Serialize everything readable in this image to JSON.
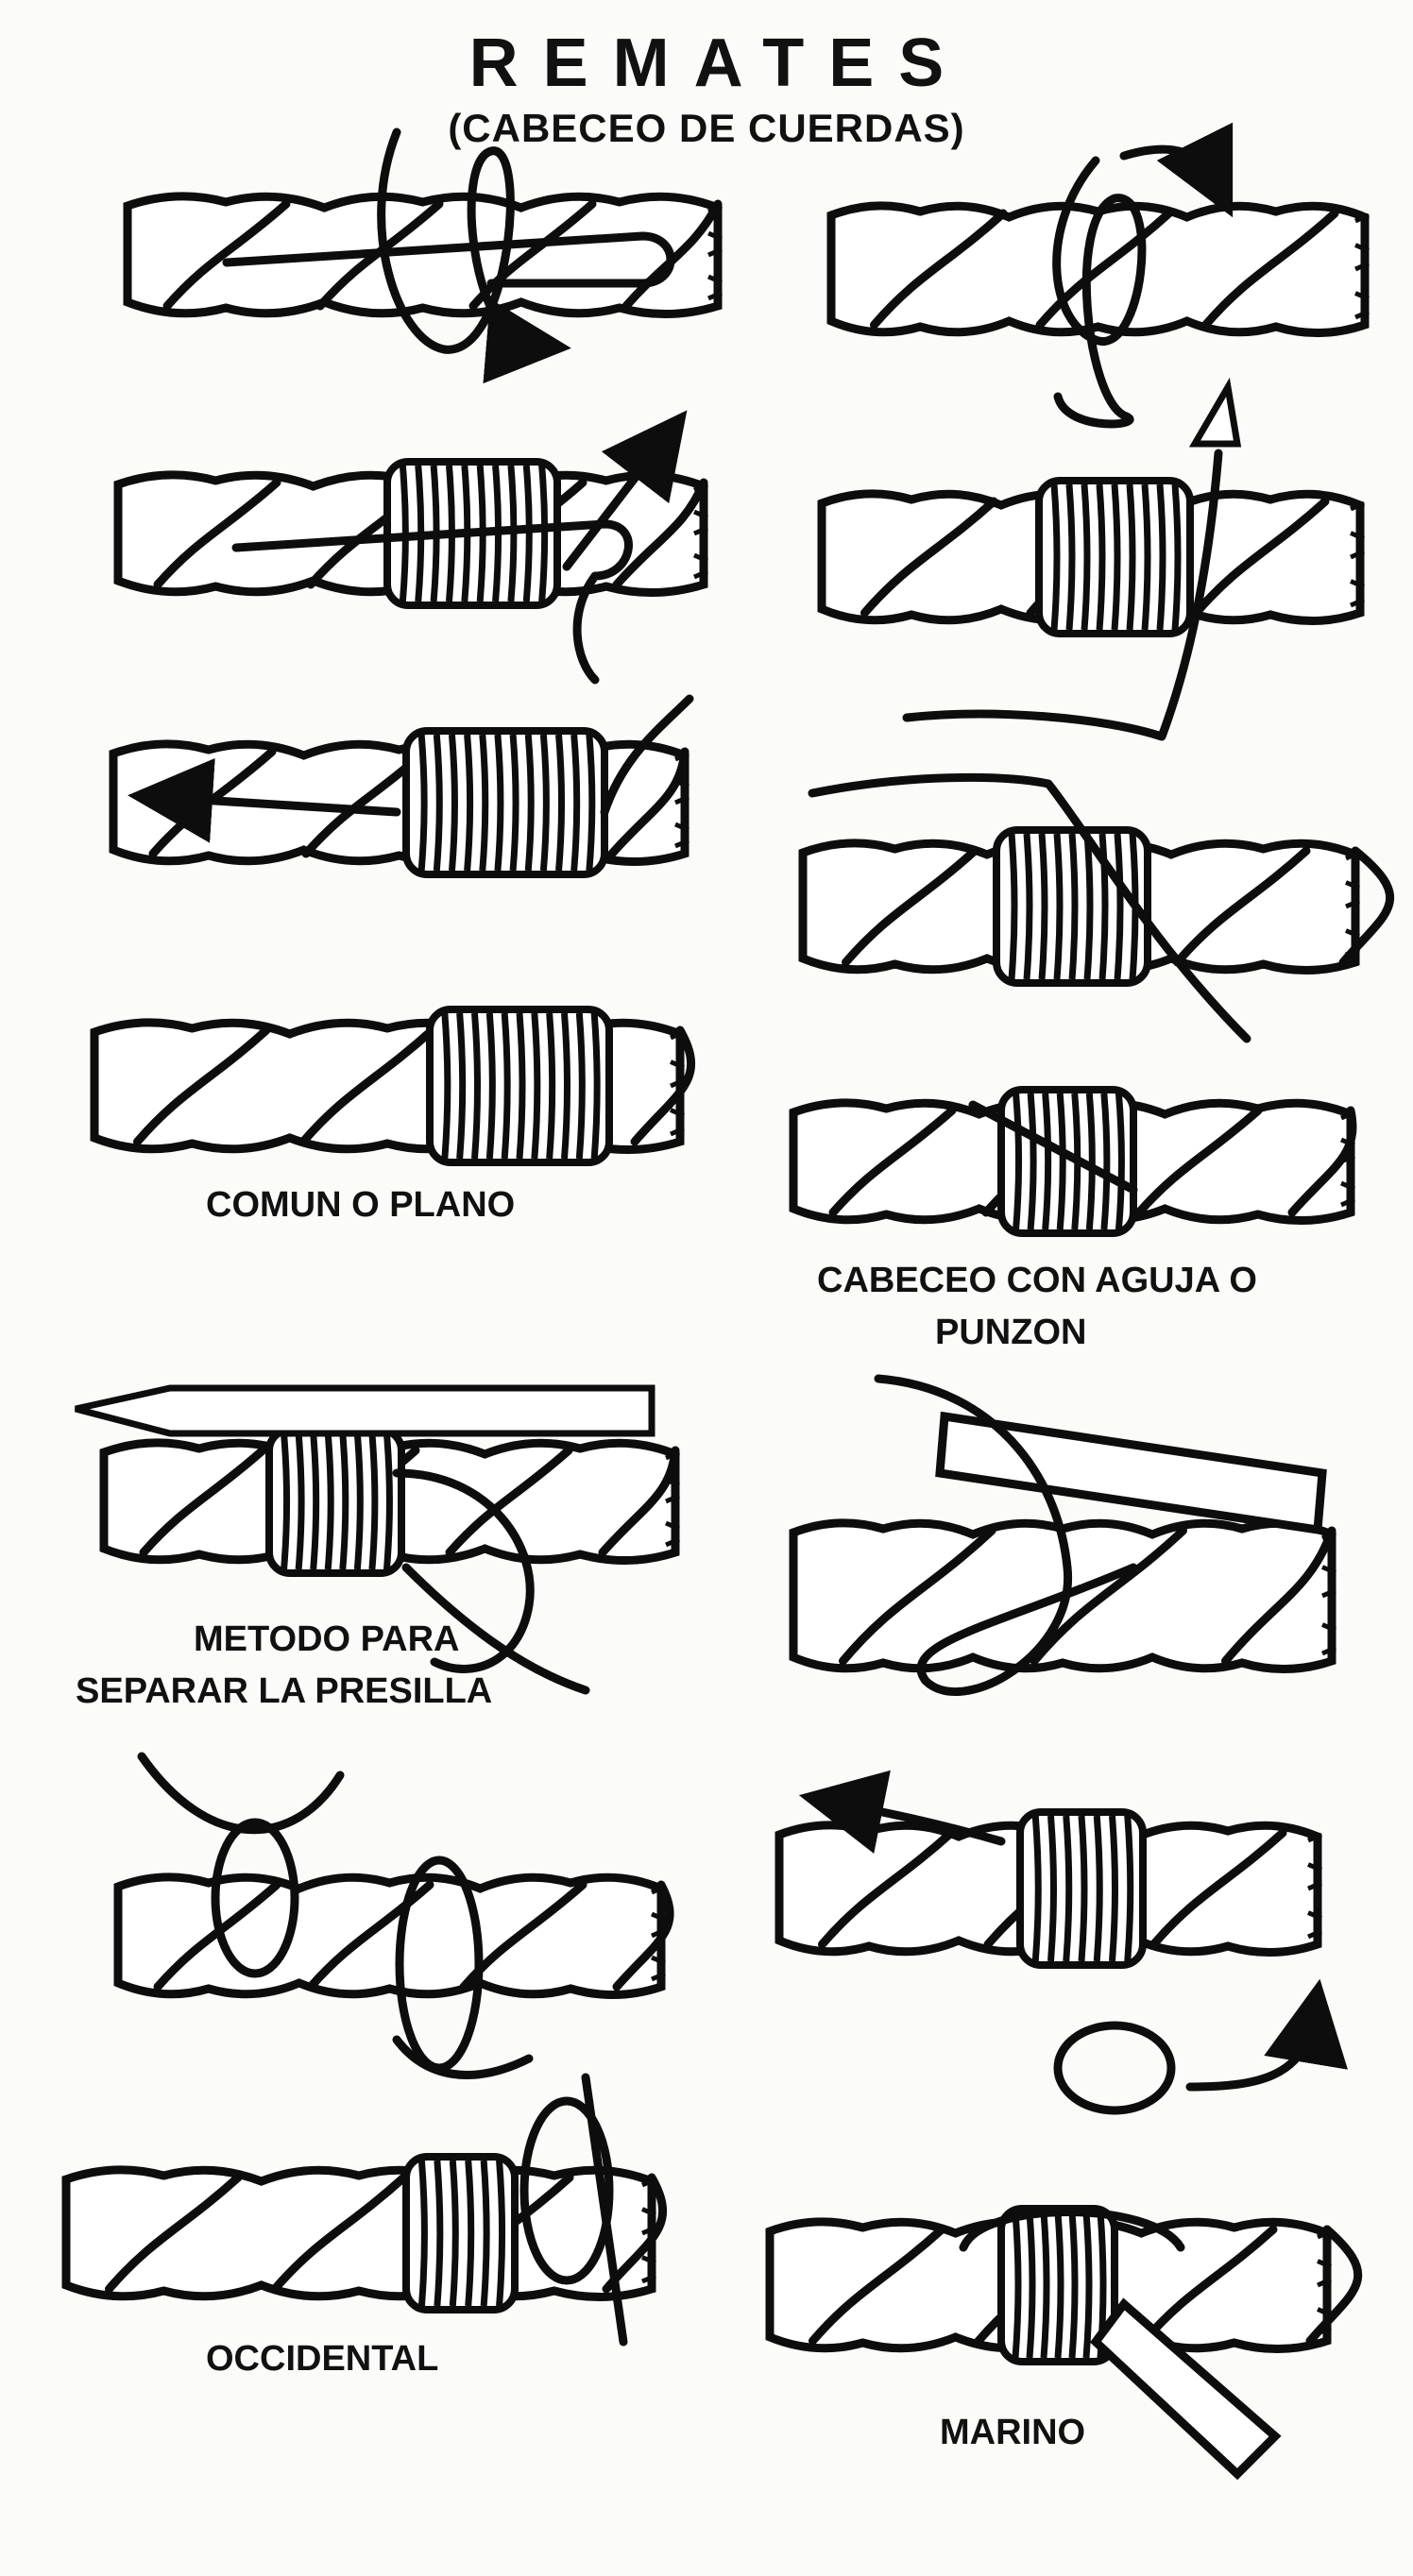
{
  "header": {
    "title": "REMATES",
    "subtitle": "(CABECEO DE CUERDAS)"
  },
  "labels": {
    "comun": "COMUN O PLANO",
    "aguja_line1": "CABECEO CON AGUJA O",
    "aguja_line2": "PUNZON",
    "metodo_line1": "METODO PARA",
    "metodo_line2": "SEPARAR LA PRESILLA",
    "occidental": "OCCIDENTAL",
    "marino": "MARINO"
  }
}
